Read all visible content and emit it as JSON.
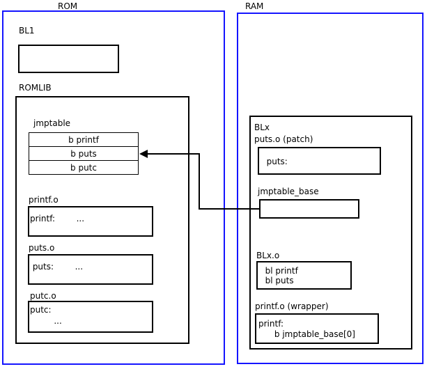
{
  "diagram": {
    "title_rom": "ROM",
    "title_ram": "RAM",
    "accent_blue": "#1414ff",
    "line_black": "#000000",
    "background": "#ffffff"
  },
  "rom": {
    "label": "ROM",
    "bl1": {
      "label": "BL1",
      "body": ""
    },
    "romlib": {
      "label": "ROMLIB",
      "jmptable": {
        "label": "jmptable",
        "entries": [
          {
            "text": "b printf"
          },
          {
            "text": "b puts"
          },
          {
            "text": "b putc"
          }
        ]
      },
      "objects": [
        {
          "label": "printf.o",
          "lines": [
            {
              "sym": "printf:",
              "rest": "        ..."
            }
          ]
        },
        {
          "label": "puts.o",
          "lines": [
            {
              "sym": " puts:",
              "rest": "        ..."
            }
          ]
        },
        {
          "label": "putc.o",
          "lines": [
            {
              "sym": "putc:",
              "rest": ""
            },
            {
              "sym": "",
              "rest": "         ..."
            }
          ]
        }
      ]
    }
  },
  "ram": {
    "label": "RAM",
    "blx": {
      "label": "BLx",
      "sections": [
        {
          "label": " puts.o (patch)",
          "lines": [
            "  puts:"
          ]
        },
        {
          "label": " jmptable_base",
          "lines": [
            ""
          ]
        },
        {
          "label": "BLx.o",
          "lines": [
            "  bl printf",
            "  bl puts"
          ]
        },
        {
          "label": "printf.o (wrapper)",
          "lines": [
            "printf:",
            "      b jmptable_base[0]"
          ]
        }
      ]
    }
  },
  "connector": {
    "name": "jmptable-base-to-b-puts-arrow",
    "from": "jmptable_base",
    "to": "b puts",
    "description": "arrow from jmptable_base box in RAM pointing to the b puts entry of jmptable in ROM"
  }
}
